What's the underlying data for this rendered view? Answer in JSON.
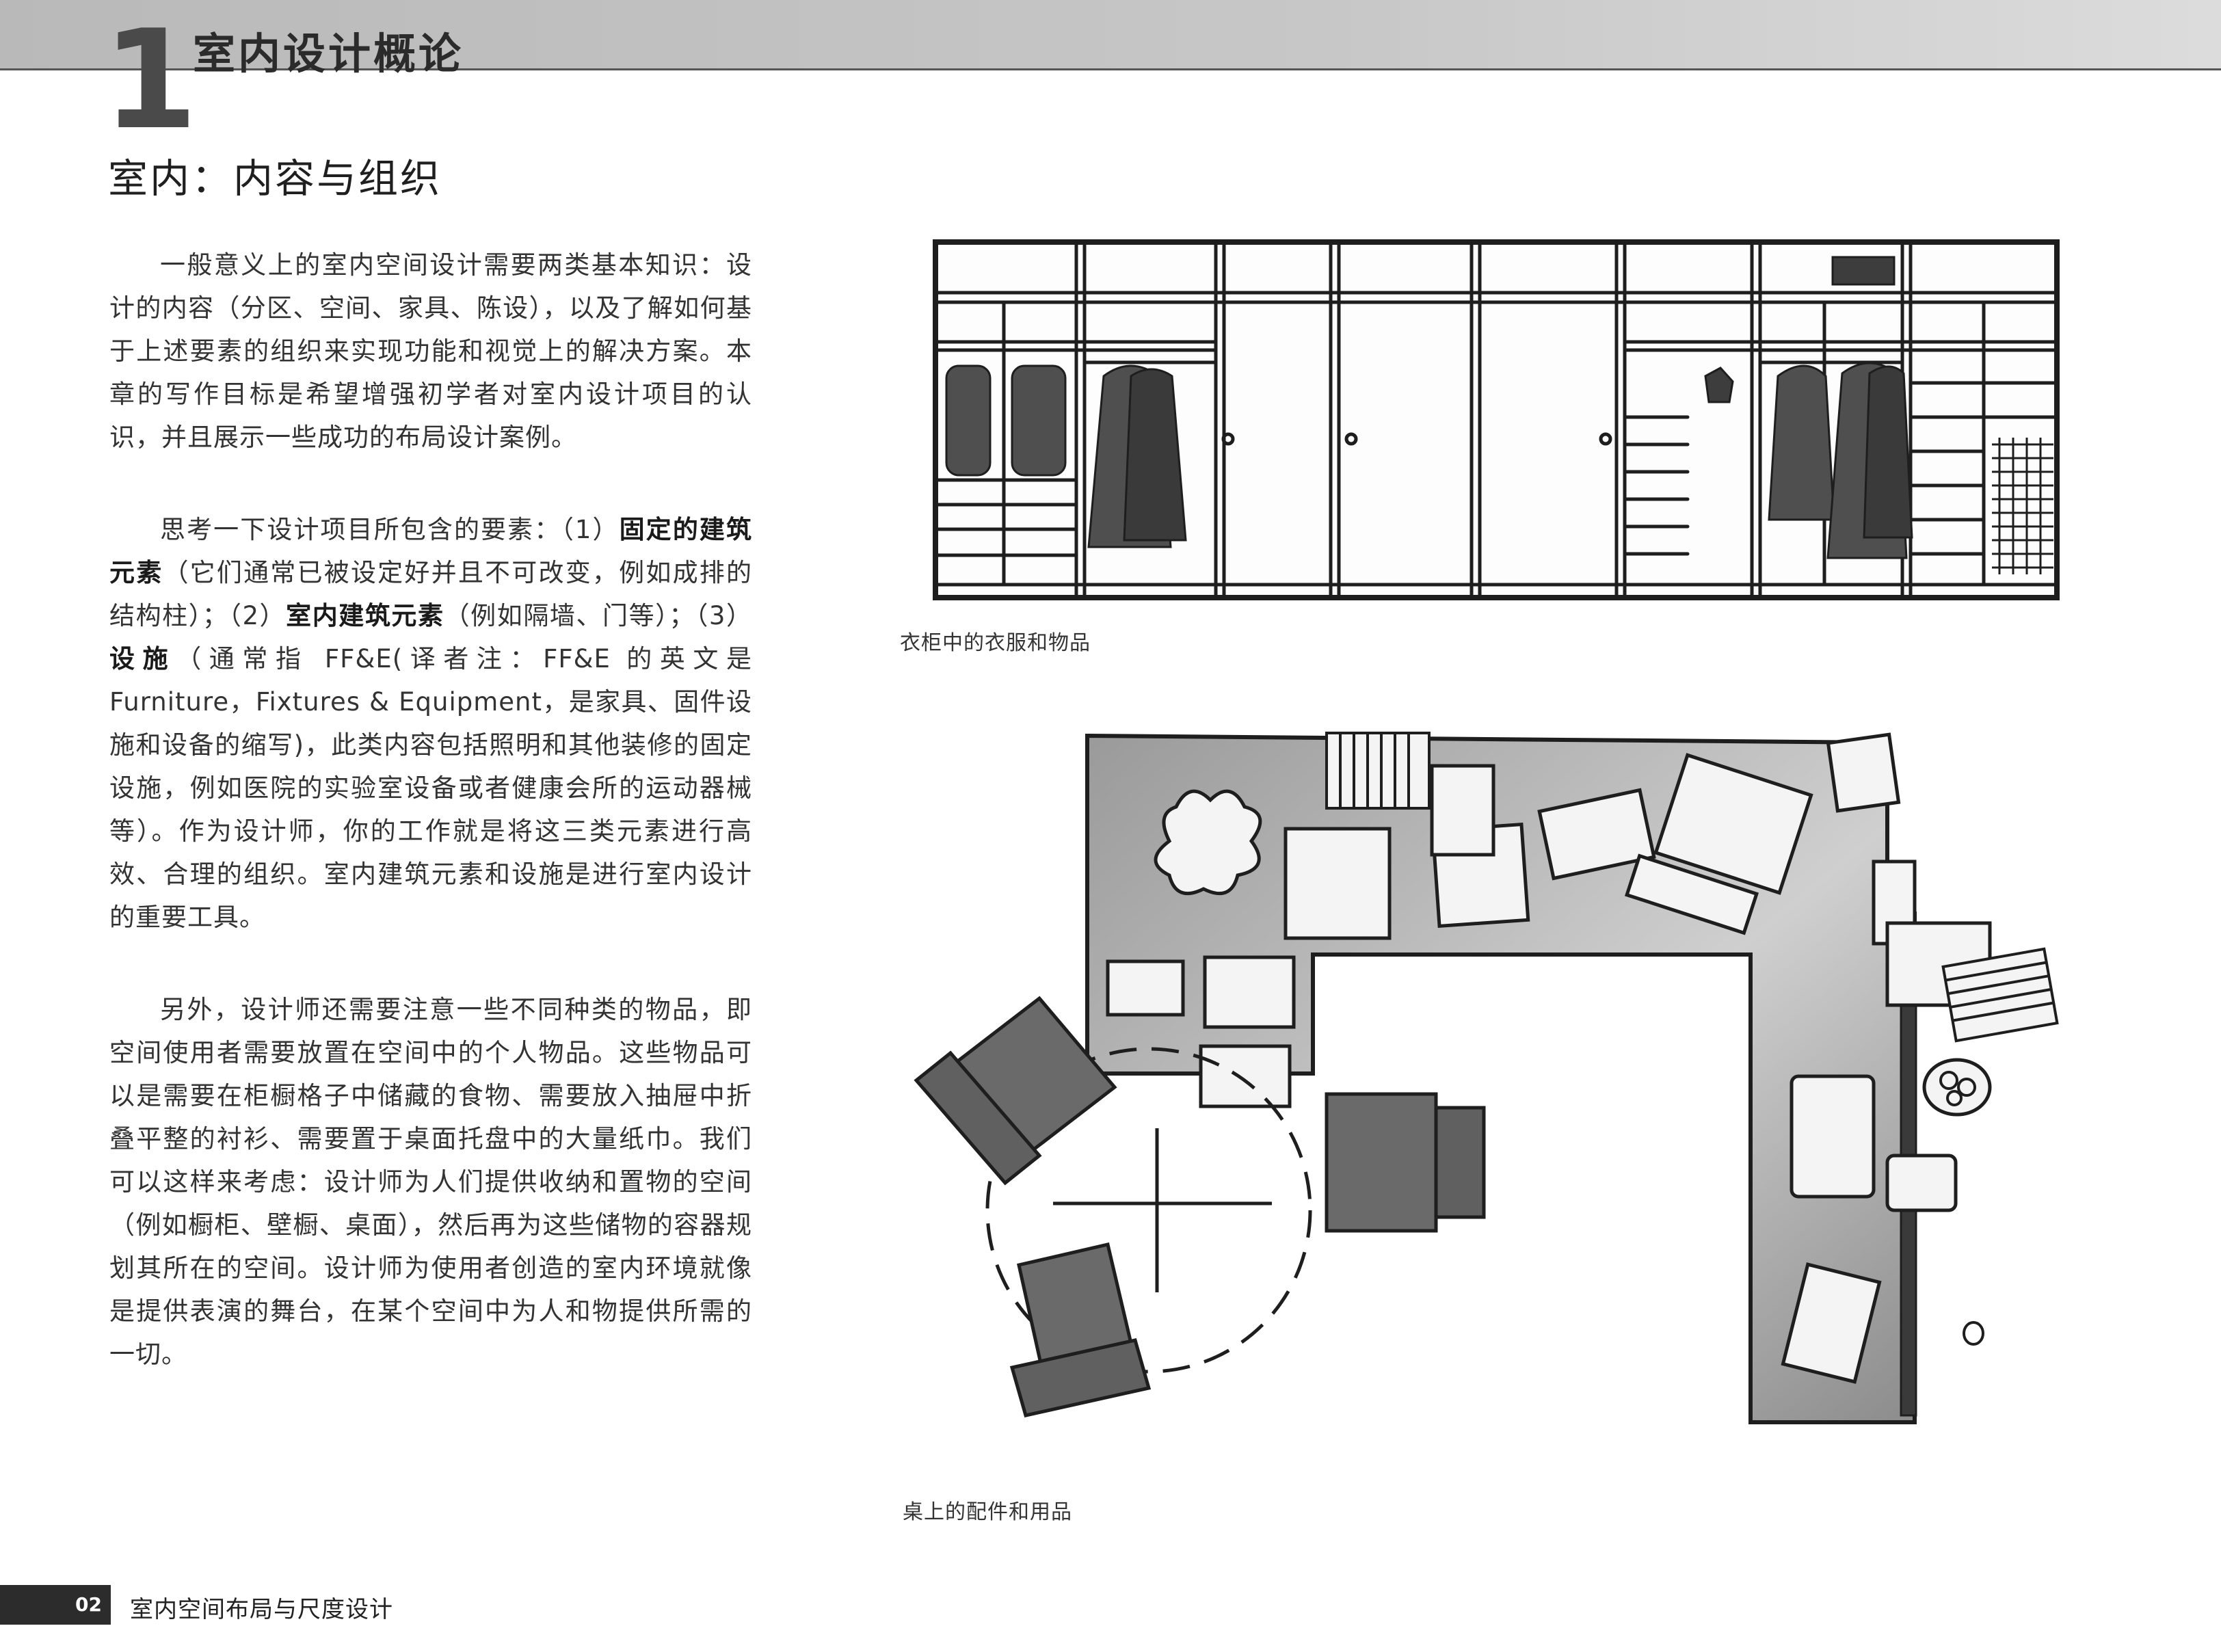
{
  "header": {
    "chapter_number": "1",
    "chapter_title": "室内设计概论"
  },
  "section": {
    "title": "室内：内容与组织"
  },
  "body": {
    "p1": "一般意义上的室内空间设计需要两类基本知识：设计的内容（分区、空间、家具、陈设），以及了解如何基于上述要素的组织来实现功能和视觉上的解决方案。本章的写作目标是希望增强初学者对室内设计项目的认识，并且展示一些成功的布局设计案例。",
    "p2_a": "思考一下设计项目所包含的要素：（1）",
    "p2_b1": "固定的建筑元素",
    "p2_c": "（它们通常已被设定好并且不可改变，例如成排的结构柱）；（2）",
    "p2_b2": "室内建筑元素",
    "p2_d": "（例如隔墙、门等）；（3）",
    "p2_b3": "设施",
    "p2_e": "（通常指 FF&E(译者注：FF&E 的英文是 Furniture，Fixtures & Equipment，是家具、固件设施和设备的缩写)，此类内容包括照明和其他装修的固定设施，例如医院的实验室设备或者健康会所的运动器械等）。作为设计师，你的工作就是将这三类元素进行高效、合理的组织。室内建筑元素和设施是进行室内设计的重要工具。",
    "p3": "另外，设计师还需要注意一些不同种类的物品，即空间使用者需要放置在空间中的个人物品。这些物品可以是需要在柜橱格子中储藏的食物、需要放入抽屉中折叠平整的衬衫、需要置于桌面托盘中的大量纸巾。我们可以这样来考虑：设计师为人们提供收纳和置物的空间（例如橱柜、壁橱、桌面），然后再为这些储物的容器规划其所在的空间。设计师为使用者创造的室内环境就像是提供表演的舞台，在某个空间中为人和物提供所需的一切。"
  },
  "figures": {
    "wardrobe_caption": "衣柜中的衣服和物品",
    "desk_caption": "桌上的配件和用品"
  },
  "footer": {
    "page_number": "02",
    "book_title": "室内空间布局与尺度设计"
  },
  "colors": {
    "ink": "#1e1e1e",
    "shade_dark": "#555555",
    "shade_mid": "#8f8f8f",
    "shade_light": "#c9c9c9",
    "header_band": "#c2c2c2",
    "footer_bar": "#2c2c2c"
  }
}
